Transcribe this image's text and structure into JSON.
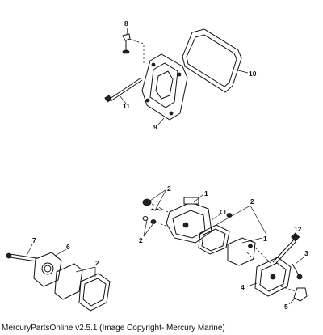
{
  "callouts": {
    "c1a": "1",
    "c1b": "1",
    "c2a": "2",
    "c2b": "2",
    "c2c": "2",
    "c2d": "2",
    "c3": "3",
    "c4": "4",
    "c5": "5",
    "c6": "6",
    "c7": "7",
    "c8": "8",
    "c9": "9",
    "c10": "10",
    "c11": "11",
    "c12": "12"
  },
  "footer": {
    "copyright": "MercuryPartsOnline v2.5.1 (Image Copyright- Mercury Marine)"
  }
}
